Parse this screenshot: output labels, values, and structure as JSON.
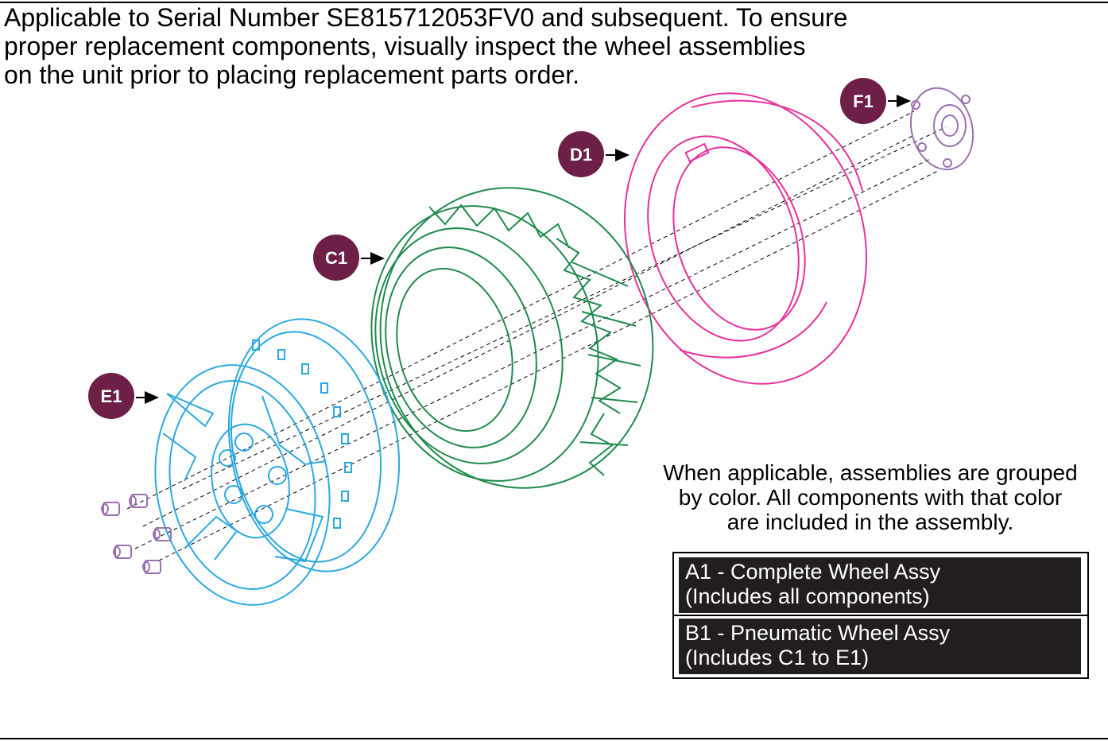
{
  "header": {
    "lines": [
      "Applicable to Serial Number SE815712053FV0 and subsequent. To ensure",
      "proper replacement components, visually inspect the wheel assemblies",
      "on the unit prior to placing replacement parts order."
    ]
  },
  "callouts": [
    {
      "id": "c1",
      "label": "C1",
      "part": "tire"
    },
    {
      "id": "d1",
      "label": "D1",
      "part": "inner-tube"
    },
    {
      "id": "e1",
      "label": "E1",
      "part": "rim"
    },
    {
      "id": "f1",
      "label": "F1",
      "part": "hub"
    }
  ],
  "note": {
    "lines": [
      "When applicable, assemblies are grouped",
      "by color. All components with that color",
      "are included in the assembly."
    ]
  },
  "legend": [
    {
      "line1": "A1 - Complete Wheel Assy",
      "line2": "(Includes all components)"
    },
    {
      "line1": "B1 - Pneumatic Wheel Assy",
      "line2": "(Includes C1 to E1)"
    }
  ],
  "colors": {
    "callout_badge": "#6d1f47",
    "tire": "#1f8a4c",
    "inner_tube": "#e6319b",
    "rim": "#2aa8e0",
    "hub": "#9c6fb0",
    "lug_nuts": "#9c6fb0",
    "legend_box": "#221e1f"
  }
}
